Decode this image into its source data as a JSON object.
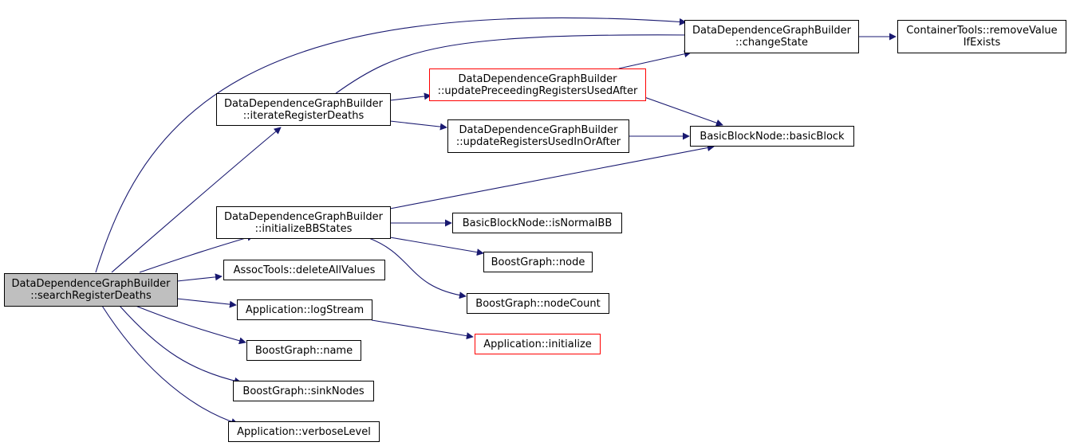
{
  "colors": {
    "edge": "#191970",
    "node_border": "#000000",
    "incomplete_border": "#ff0000",
    "root_fill": "#bfbfbf"
  },
  "nodes": {
    "search": {
      "l1": "DataDependenceGraphBuilder",
      "l2": "::searchRegisterDeaths"
    },
    "iterate": {
      "l1": "DataDependenceGraphBuilder",
      "l2": "::iterateRegisterDeaths"
    },
    "initBB": {
      "l1": "DataDependenceGraphBuilder",
      "l2": "::initializeBBStates"
    },
    "deleteAll": {
      "l1": "AssocTools::deleteAllValues"
    },
    "logStream": {
      "l1": "Application::logStream"
    },
    "bgName": {
      "l1": "BoostGraph::name"
    },
    "sinkNodes": {
      "l1": "BoostGraph::sinkNodes"
    },
    "verbose": {
      "l1": "Application::verboseLevel"
    },
    "changeState": {
      "l1": "DataDependenceGraphBuilder",
      "l2": "::changeState"
    },
    "updPrec": {
      "l1": "DataDependenceGraphBuilder",
      "l2": "::updatePreceedingRegistersUsedAfter"
    },
    "updInOr": {
      "l1": "DataDependenceGraphBuilder",
      "l2": "::updateRegistersUsedInOrAfter"
    },
    "bbBlock": {
      "l1": "BasicBlockNode::basicBlock"
    },
    "isNormal": {
      "l1": "BasicBlockNode::isNormalBB"
    },
    "bgNode": {
      "l1": "BoostGraph::node"
    },
    "nodeCount": {
      "l1": "BoostGraph::nodeCount"
    },
    "appInit": {
      "l1": "Application::initialize"
    },
    "remove": {
      "l1": "ContainerTools::removeValue",
      "l2": "IfExists"
    }
  }
}
